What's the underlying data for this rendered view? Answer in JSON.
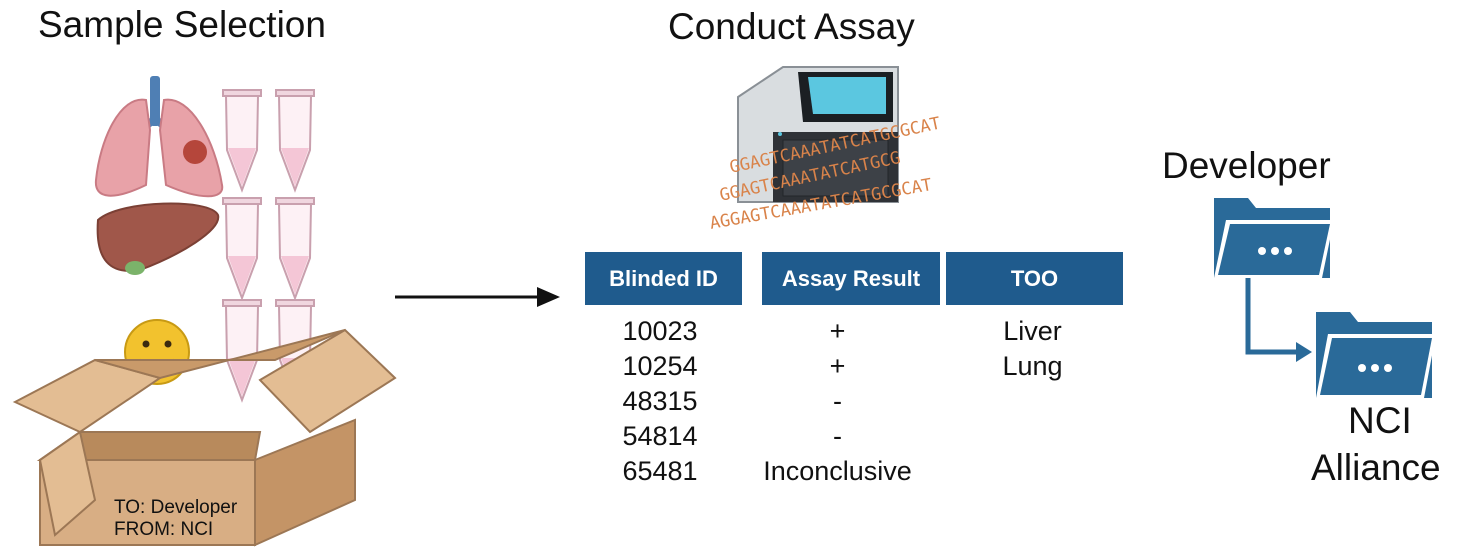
{
  "sections": {
    "sample_selection": "Sample Selection",
    "conduct_assay": "Conduct Assay",
    "developer": "Developer",
    "nci_alliance_line1": "NCI",
    "nci_alliance_line2": "Alliance"
  },
  "box_label": {
    "to": "TO: Developer",
    "from": "FROM: NCI"
  },
  "dna_text": {
    "line1": "GGAGTCAAATATCATGCGCAT",
    "line2": "GGAGTCAAATATCATGCG",
    "line3": "AGGAGTCAAATATCATGCGCAT"
  },
  "table": {
    "headers": [
      "Blinded ID",
      "Assay Result",
      "TOO"
    ],
    "rows": [
      {
        "id": "10023",
        "result": "+",
        "too": "Liver"
      },
      {
        "id": "10254",
        "result": "+",
        "too": "Lung"
      },
      {
        "id": "48315",
        "result": "-",
        "too": ""
      },
      {
        "id": "54814",
        "result": "-",
        "too": ""
      },
      {
        "id": "65481",
        "result": "Inconclusive",
        "too": ""
      }
    ]
  },
  "colors": {
    "header_bg": "#1f5b8d",
    "folder": "#2a6a99",
    "dna": "#d9834a",
    "box": "#d8ae84",
    "tube": "#f4c6d6",
    "lung": "#e8a2a8",
    "liver": "#a0574a"
  }
}
